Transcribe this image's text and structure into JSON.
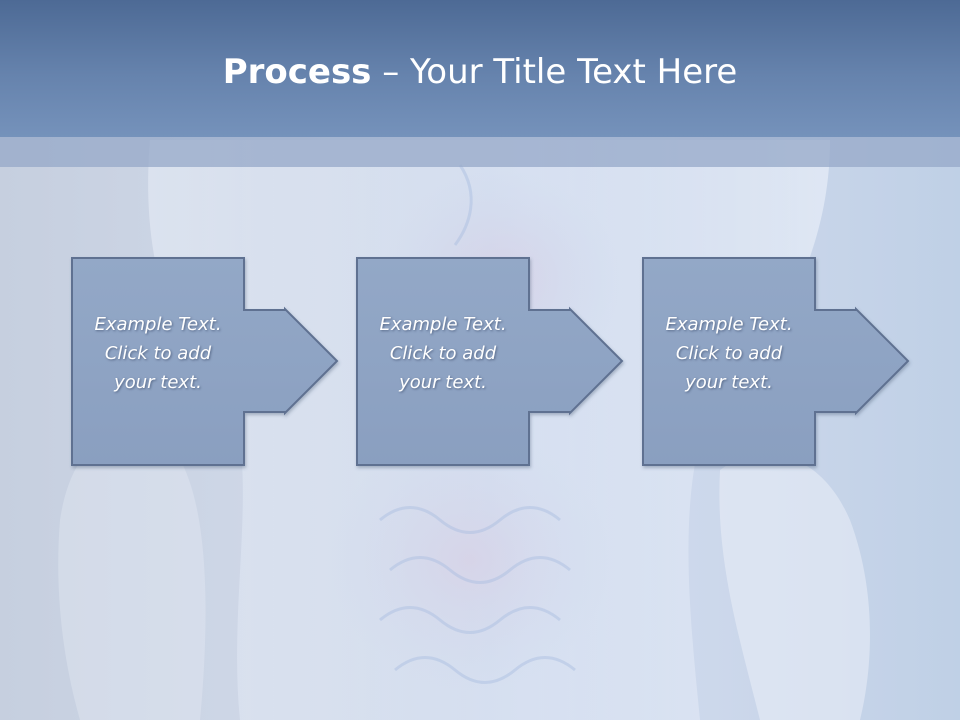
{
  "slide": {
    "title_bold": "Process",
    "title_rest": " – Your Title Text Here"
  },
  "steps": [
    {
      "lines": [
        "Example Text.",
        "Click  to add",
        "your text."
      ]
    },
    {
      "lines": [
        "Example Text.",
        "Click  to add",
        "your text."
      ]
    },
    {
      "lines": [
        "Example Text.",
        "Click  to add",
        "your text."
      ]
    }
  ],
  "colors": {
    "header": "#6683ad",
    "box_fill": "#8ea4c4",
    "box_stroke": "#5f7191",
    "text": "#ffffff"
  }
}
